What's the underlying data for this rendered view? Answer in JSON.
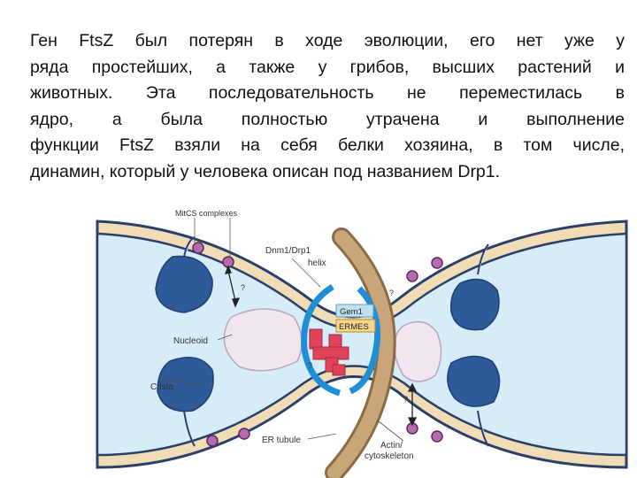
{
  "paragraph": {
    "lines": [
      "Ген FtsZ был потерян в ходе эволюции, его нет уже у",
      "ряда простейших, а также у грибов, высших растений и",
      "животных. Эта последовательность не переместилась в",
      "ядро, а была полностью утрачена и выполнение",
      "функции FtsZ взяли на себя белки хозяина, в том числе,",
      "динамин, который у человека описан под названием Drp1."
    ]
  },
  "figure": {
    "labels": {
      "micos": "MitCS complexes",
      "dnm1": "Dnm1/Drp1",
      "helix": "helix",
      "gem1": "Gem1",
      "ermes": "ERMES",
      "nucleoid": "Nucleoid",
      "crista": "Crista",
      "er_tubule": "ER tubule",
      "actin": "Actin/",
      "cytoskeleton": "cytoskeleton",
      "question": "?"
    },
    "colors": {
      "membrane_outer": "#2b3f6b",
      "membrane_fill": "#f1ddb5",
      "matrix": "#d6ecf8",
      "crista": "#2e5a99",
      "nucleoid": "#f1e6ef",
      "er_tubule": "#b08a5e",
      "helix": "#1e8fd6",
      "ermes": "#e0425a",
      "complex": "#b46bb0",
      "tag_bg": "#bfe0f2"
    }
  }
}
